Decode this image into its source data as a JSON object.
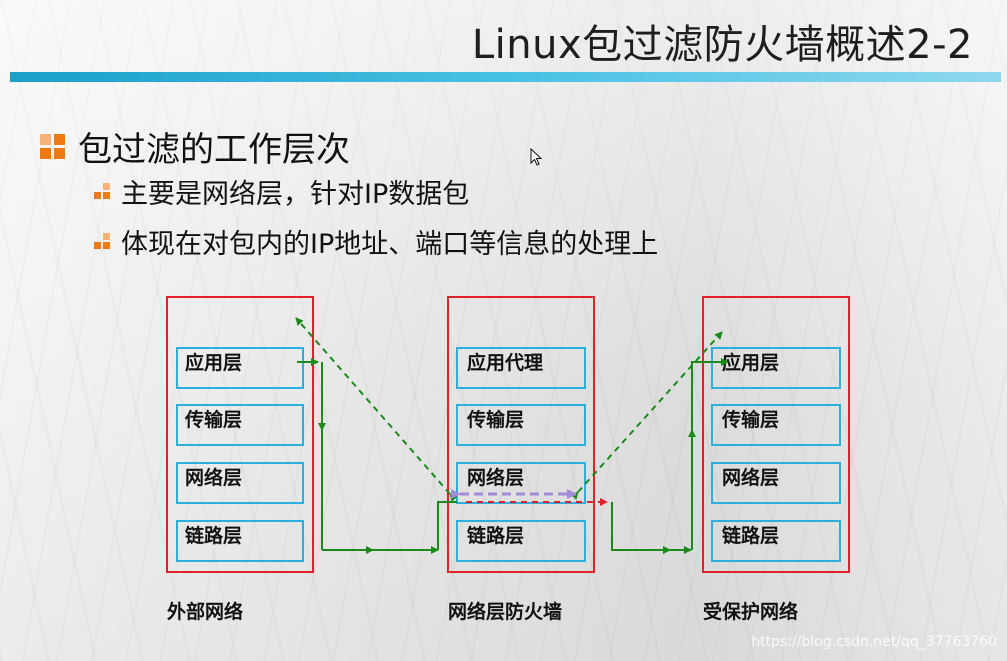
{
  "title": "Linux包过滤防火墙概述2-2",
  "heading": "包过滤的工作层次",
  "bullets": [
    "主要是网络层，针对IP数据包",
    "体现在对包内的IP地址、端口等信息的处理上"
  ],
  "columns": [
    {
      "caption": "外部网络",
      "layers": [
        "应用层",
        "传输层",
        "网络层",
        "链路层"
      ]
    },
    {
      "caption": "网络层防火墙",
      "layers": [
        "应用代理",
        "传输层",
        "网络层",
        "链路层"
      ]
    },
    {
      "caption": "受保护网络",
      "layers": [
        "应用层",
        "传输层",
        "网络层",
        "链路层"
      ]
    }
  ],
  "watermark": "https://blog.csdn.net/qq_37763760",
  "colors": {
    "title_bar": "#1aa0c8",
    "outer_box": "#e0202a",
    "layer_box": "#2bb0de",
    "green_arrow": "#1b8a1b",
    "red_arrow": "#e0202a",
    "purple_arrow": "#a48ad8",
    "bullet": "#f07a12"
  },
  "icons": [
    "square-bullet-icon",
    "mouse-cursor-icon"
  ]
}
